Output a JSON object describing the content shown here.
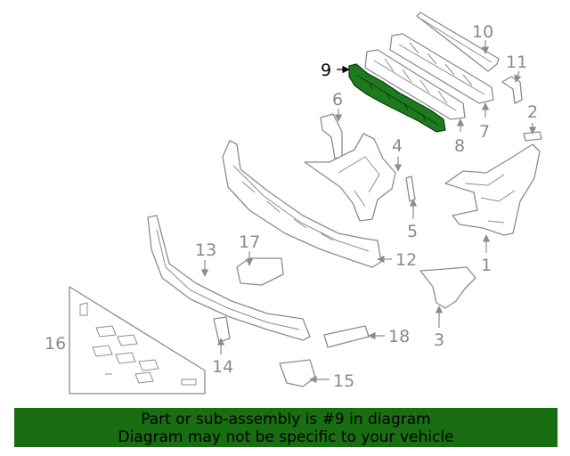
{
  "diagram": {
    "highlight_color": "#1e7a1e",
    "callouts": [
      "1",
      "2",
      "3",
      "4",
      "5",
      "6",
      "7",
      "8",
      "9",
      "10",
      "11",
      "12",
      "13",
      "14",
      "15",
      "16",
      "17",
      "18"
    ],
    "highlighted_callout": "9"
  },
  "banner": {
    "line1": "Part or sub-assembly is #9 in diagram",
    "line2": "Diagram may not be specific to your vehicle",
    "background": "#1a6e12"
  }
}
